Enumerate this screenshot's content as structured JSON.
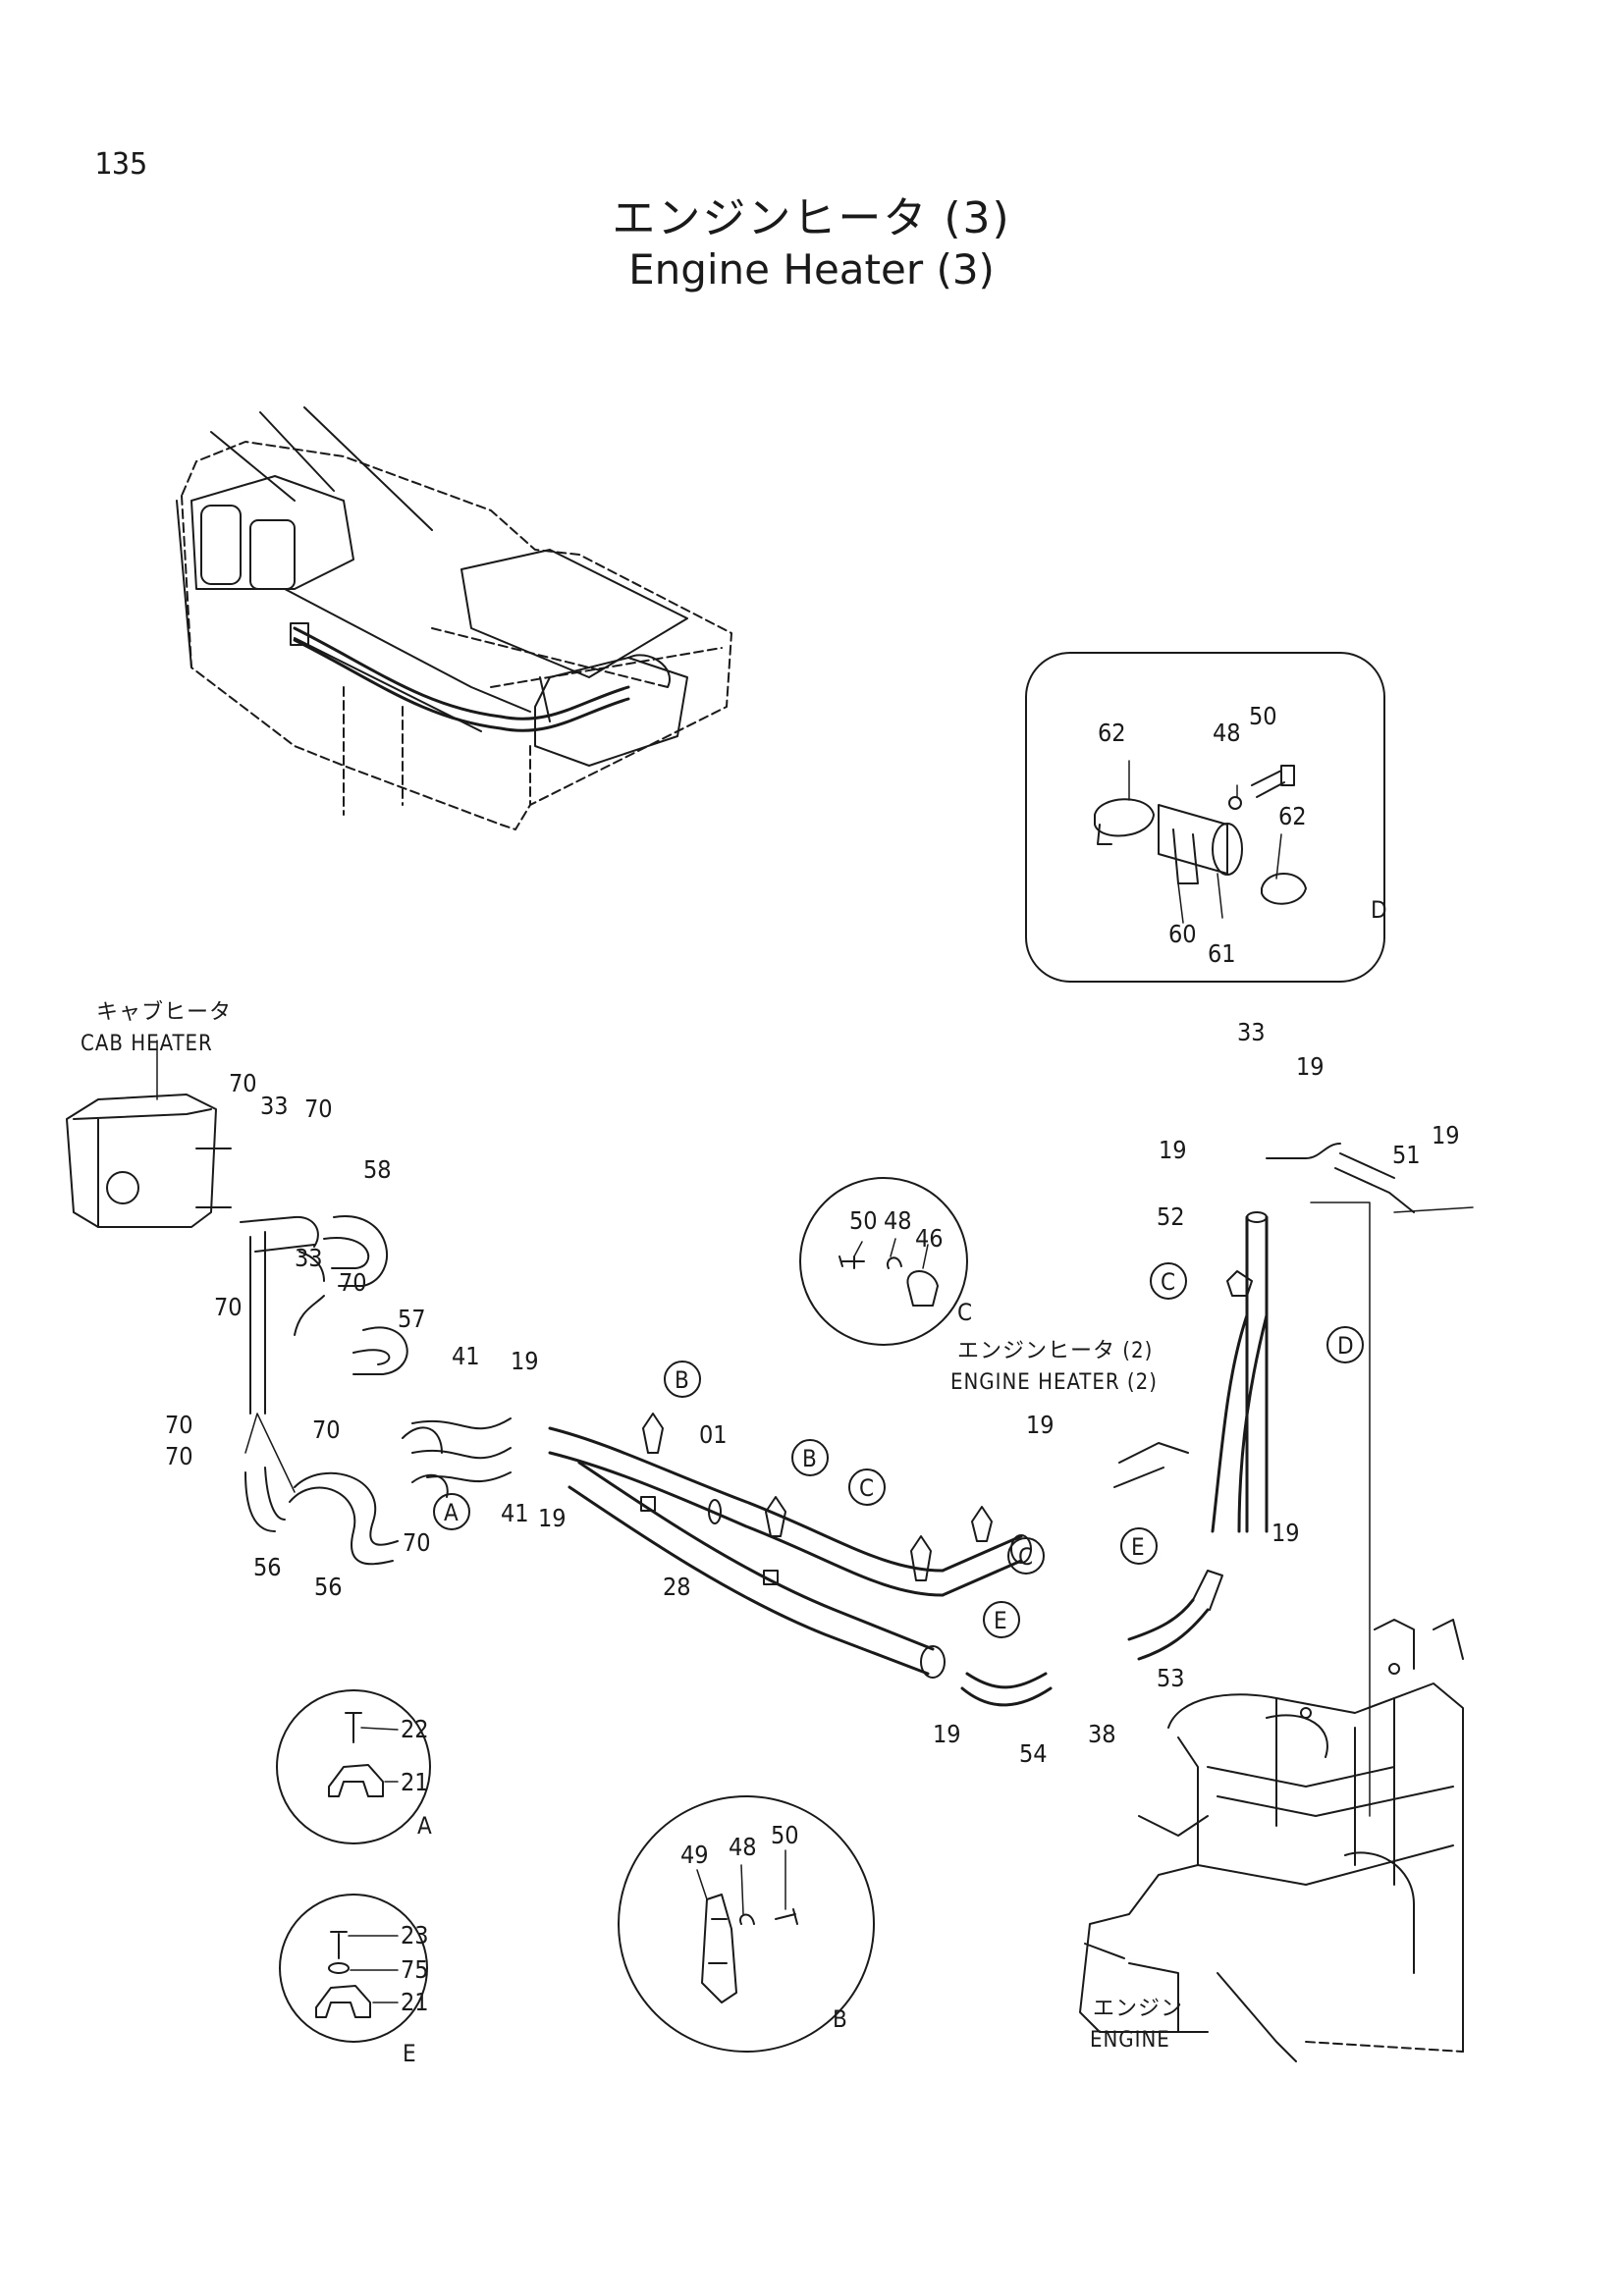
{
  "page_number": "135",
  "title_jp": "エンジンヒータ (3)",
  "title_en": "Engine Heater (3)",
  "captions": {
    "cab_heater_jp": "キャブヒータ",
    "cab_heater_en": "CAB HEATER",
    "engine_heater2_jp": "エンジンヒータ (2)",
    "engine_heater2_en": "ENGINE HEATER (2)",
    "engine_jp": "エンジン",
    "engine_en": "ENGINE"
  },
  "detail_views": {
    "A": {
      "letter": "A",
      "parts": [
        "22",
        "21"
      ]
    },
    "B": {
      "letter": "B",
      "parts": [
        "50",
        "48",
        "49"
      ]
    },
    "C": {
      "letter": "C",
      "parts": [
        "50",
        "48",
        "46"
      ]
    },
    "D": {
      "letter": "D",
      "parts": [
        "62",
        "48",
        "50",
        "62",
        "60",
        "61"
      ]
    },
    "E": {
      "letter": "E",
      "parts": [
        "23",
        "75",
        "21"
      ]
    }
  },
  "callout_letters": [
    "A",
    "B",
    "B",
    "C",
    "C",
    "C",
    "D",
    "E",
    "E"
  ],
  "part_numbers": [
    "01",
    "19",
    "21",
    "22",
    "23",
    "28",
    "33",
    "38",
    "41",
    "46",
    "48",
    "49",
    "50",
    "51",
    "52",
    "53",
    "54",
    "56",
    "57",
    "58",
    "60",
    "61",
    "62",
    "70",
    "75"
  ]
}
